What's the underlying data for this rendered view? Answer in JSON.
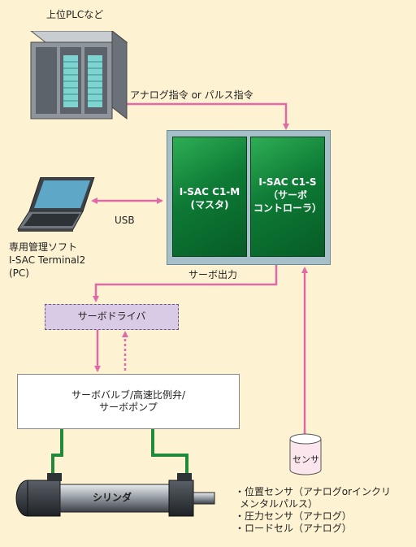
{
  "labels": {
    "plc": "上位PLCなど",
    "command": "アナログ指令 or パルス指令",
    "usb": "USB",
    "pc_line1": "専用管理ソフト",
    "pc_line2": "I-SAC Terminal2",
    "pc_line3": "(PC)",
    "servo_output": "サーボ出力",
    "servo_driver": "サーボドライバ",
    "valve_line1": "サーボバルブ/高速比例弁/",
    "valve_line2": "サーボポンプ",
    "cylinder": "シリンダ",
    "sensor": "センサ"
  },
  "controller": {
    "master_line1": "I-SAC C1-M",
    "master_line2": "(マスタ)",
    "slave_line1": "I-SAC C1-S",
    "slave_line2": "（サーボ",
    "slave_line3": "コントローラ）"
  },
  "sensor_list": [
    "・位置センサ（アナログorインクリ",
    "メンタルパルス）",
    "・圧力センサ（アナログ）",
    "・ロードセル（アナログ）"
  ],
  "colors": {
    "background": "#fdf3d2",
    "arrow_pink": "#e06aa8",
    "controller_green": "#0d7a35",
    "driver_purple": "#d9cbe6",
    "hydraulic_green": "#1f8a3a"
  }
}
